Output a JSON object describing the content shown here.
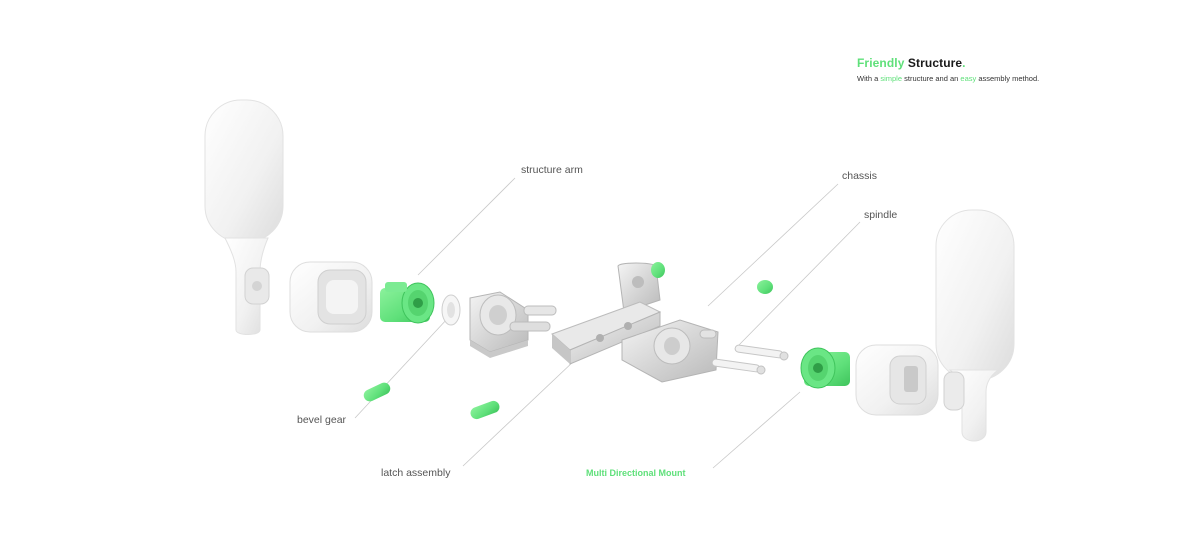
{
  "header": {
    "title_accent": "Friendly",
    "title_main": "Structure",
    "title_dot": ".",
    "subtitle_1": "With a ",
    "subtitle_accent_1": "simple",
    "subtitle_2": " structure and an ",
    "subtitle_accent_2": "easy",
    "subtitle_3": " assembly method."
  },
  "labels": {
    "structure_arm": "structure arm",
    "chassis": "chassis",
    "spindle": "spindle",
    "bevel_gear": "bevel gear",
    "latch_assembly": "latch assembly",
    "mount": "Multi Directional Mount"
  },
  "colors": {
    "accent": "#5fe07a",
    "part_white": "#f2f2f2",
    "metal": "#d9d9d9",
    "leader": "#c8c8c8",
    "text": "#555555"
  }
}
